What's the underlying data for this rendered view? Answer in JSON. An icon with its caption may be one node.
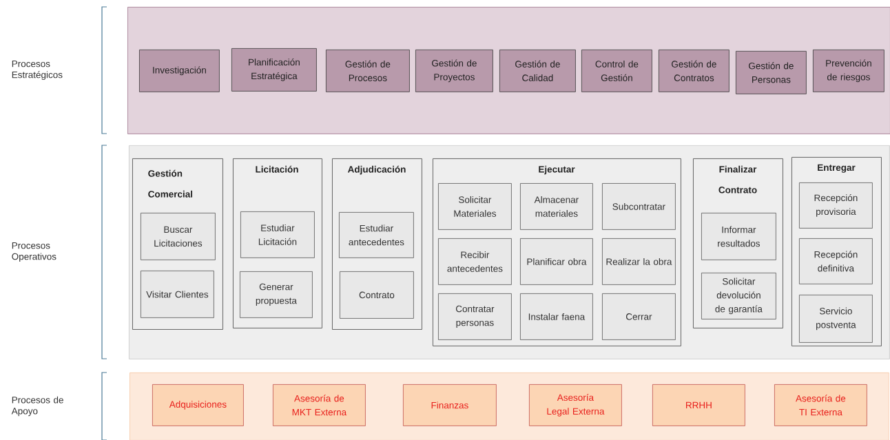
{
  "diagram": {
    "nodes": [
      {
        "text": [],
        "shape": "box"
      },
      {
        "text": [
          "Investigación"
        ],
        "in": 0
      },
      {
        "text": [
          "Planificación Estratégica"
        ],
        "in": 0
      },
      {
        "text": [
          "Gestión de Procesos"
        ],
        "in": 0
      },
      {
        "text": [
          "Gestión de Proyectos"
        ],
        "in": 0
      },
      {
        "text": [
          "Gestión de Calidad"
        ],
        "in": 0
      },
      {
        "text": [
          "Control de Gestión"
        ],
        "in": 0
      },
      {
        "text": [
          "Gestión de Contratos"
        ],
        "in": 0
      },
      {
        "text": [
          "Gestión de Personas"
        ],
        "in": 0
      },
      {
        "text": [
          "Prevención de riesgos"
        ],
        "in": 0
      },
      {
        "text": [],
        "shape": "box"
      },
      {
        "text": [
          "Gestión Comercial"
        ],
        "in": 10
      },
      {
        "text": [
          "Buscar Licitaciones"
        ],
        "in": 11
      },
      {
        "text": [
          "Visitar Clientes"
        ],
        "in": 11
      },
      {
        "text": [
          "Licitación"
        ],
        "in": 10
      },
      {
        "text": [
          "Estudiar Licitación"
        ],
        "in": 14
      },
      {
        "text": [
          "Generar propuesta"
        ],
        "in": 14
      },
      {
        "text": [
          "Adjudicación"
        ],
        "in": 10
      },
      {
        "text": [
          "Estudiar antecedentes"
        ],
        "in": 17
      },
      {
        "text": [
          "Contrato"
        ],
        "in": 17
      },
      {
        "text": [
          "Ejecutar"
        ],
        "in": 10
      },
      {
        "text": [
          "Solicitar Materiales"
        ],
        "in": 20
      },
      {
        "text": [
          "Almacenar materiales"
        ],
        "in": 20
      },
      {
        "text": [
          "Subcontratar"
        ],
        "in": 20
      },
      {
        "text": [
          "Recibir antecedentes"
        ],
        "in": 20
      },
      {
        "text": [
          "Planificar obra"
        ],
        "in": 20
      },
      {
        "text": [
          "Realizar la obra"
        ],
        "in": 20
      },
      {
        "text": [
          "Contratar personas"
        ],
        "in": 20
      },
      {
        "text": [
          "Instalar faena"
        ],
        "in": 20
      },
      {
        "text": [
          "Cerrar"
        ],
        "in": 20
      },
      {
        "text": [
          "Finalizar Contrato"
        ],
        "in": 10
      },
      {
        "text": [
          "Informar resultados"
        ],
        "in": 30
      },
      {
        "text": [
          "Solicitar devolución de garantía"
        ],
        "in": 30
      },
      {
        "text": [
          "Entregar"
        ],
        "in": 10
      },
      {
        "text": [
          "Recepción provisoria"
        ],
        "in": 33
      },
      {
        "text": [
          "Recepción definitiva"
        ],
        "in": 33
      },
      {
        "text": [
          "Servicio postventa"
        ],
        "in": 33
      },
      {
        "text": [],
        "shape": "box"
      },
      {
        "text": [
          "Adquisiciones"
        ],
        "in": 37
      },
      {
        "text": [
          "Asesoría de MKT Externa"
        ],
        "in": 37
      },
      {
        "text": [
          "Finanzas"
        ],
        "in": 37
      },
      {
        "text": [
          "Asesoría Legal Externa"
        ],
        "in": 37
      },
      {
        "text": [
          "RRHH"
        ],
        "in": 37
      },
      {
        "text": [
          "Asesoría de TI Externa"
        ],
        "in": 37
      }
    ],
    "labels": [
      "Procesos Estratégicos",
      "Procesos Operativos",
      "Procesos de Apoyo"
    ]
  }
}
